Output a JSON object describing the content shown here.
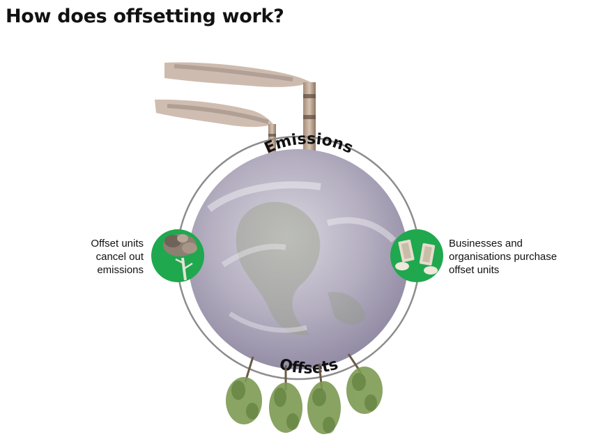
{
  "title": "How does offsetting work?",
  "diagram": {
    "top_label": "Emissions",
    "bottom_label": "Offsets",
    "left_text": [
      "Offset units",
      "cancel out",
      "emissions"
    ],
    "right_text": [
      "Businesses and",
      "organisations purchase",
      "offset units"
    ]
  },
  "colors": {
    "accent_green": "#1fa84e",
    "ring": "#8c8c8c",
    "smoke": "#c9b5aa",
    "foliage": "#7c9a52"
  }
}
